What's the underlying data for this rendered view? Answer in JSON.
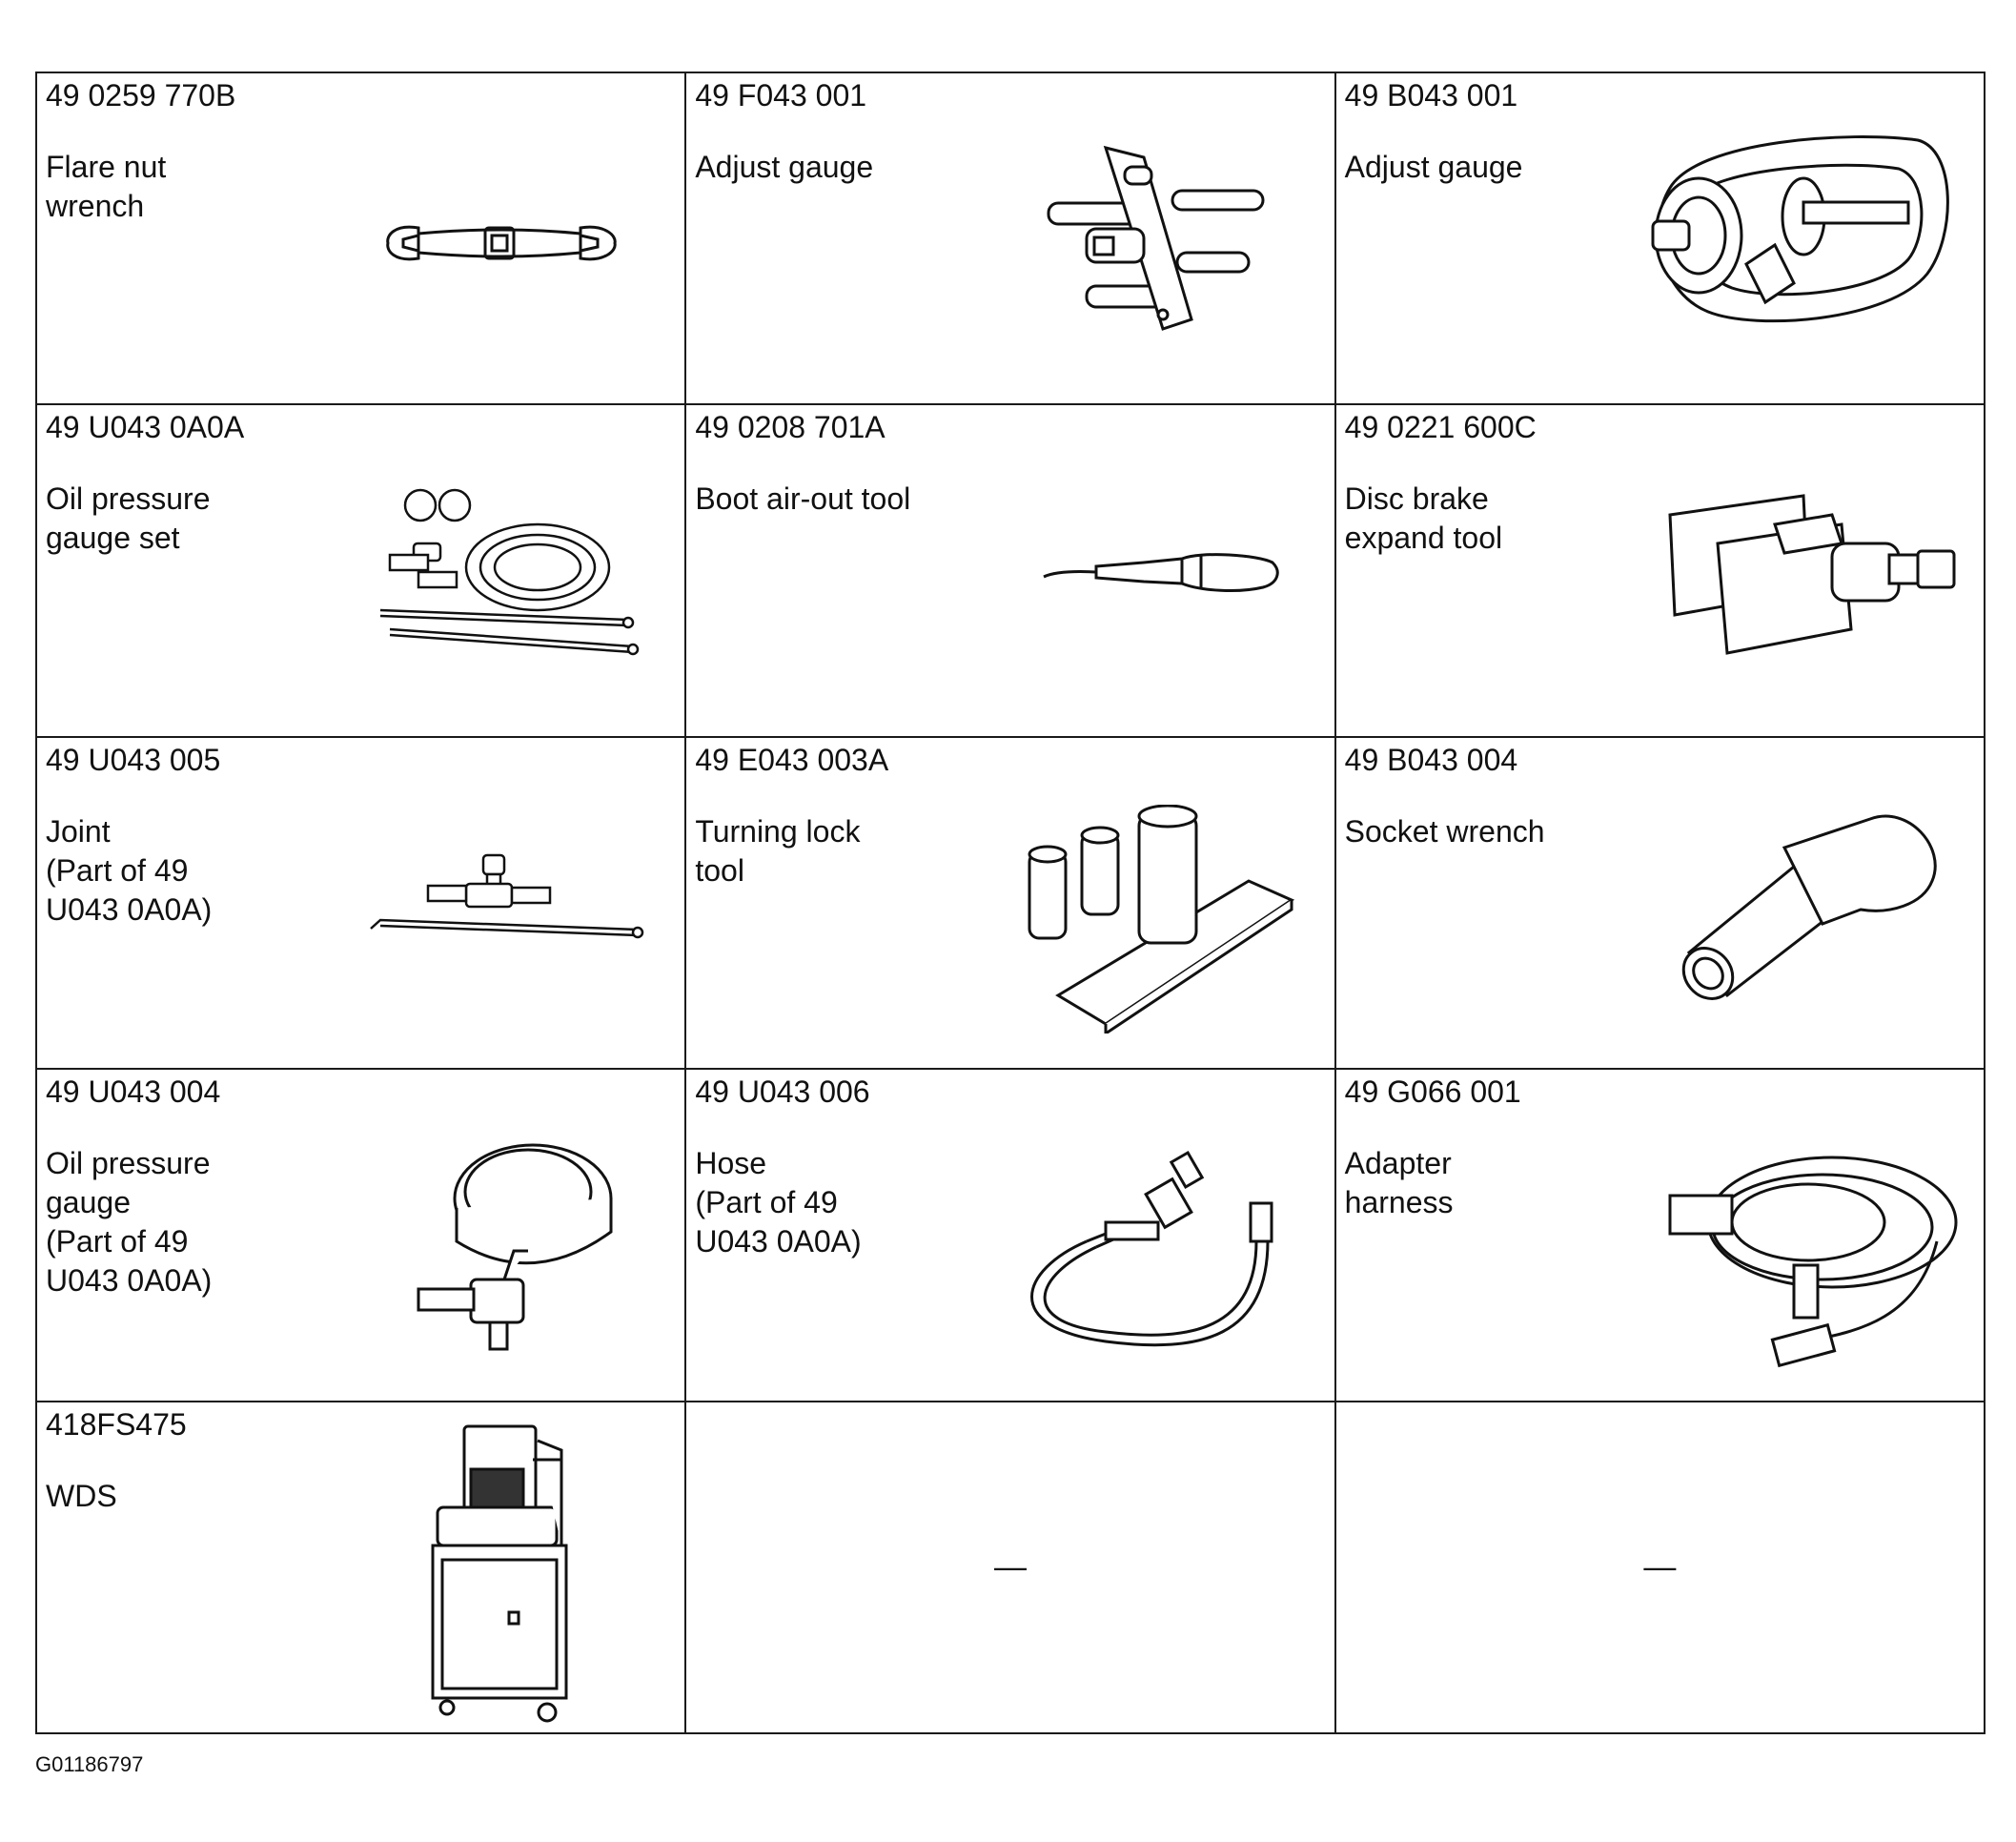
{
  "tools": [
    {
      "code": "49 0259 770B",
      "name": "Flare nut\nwrench",
      "icon": "flare-nut-wrench-icon"
    },
    {
      "code": "49 F043 001",
      "name": "Adjust gauge",
      "icon": "adjust-gauge-plate-icon"
    },
    {
      "code": "49 B043 001",
      "name": "Adjust gauge",
      "icon": "adjust-gauge-housing-icon"
    },
    {
      "code": "49 U043 0A0A",
      "name": "Oil pressure\ngauge set",
      "icon": "oil-pressure-gauge-set-icon"
    },
    {
      "code": "49 0208 701A",
      "name": "Boot air-out tool",
      "icon": "boot-air-out-tool-icon"
    },
    {
      "code": "49 0221 600C",
      "name": "Disc brake\nexpand tool",
      "icon": "disc-brake-expand-tool-icon"
    },
    {
      "code": "49 U043 005",
      "name": "Joint\n(Part of 49\nU043 0A0A)",
      "icon": "joint-icon"
    },
    {
      "code": "49 E043 003A",
      "name": "Turning lock\ntool",
      "icon": "turning-lock-tool-icon"
    },
    {
      "code": "49 B043 004",
      "name": "Socket wrench",
      "icon": "socket-wrench-icon"
    },
    {
      "code": "49 U043 004",
      "name": "Oil pressure\ngauge\n(Part of 49\nU043 0A0A)",
      "icon": "oil-pressure-gauge-icon"
    },
    {
      "code": "49 U043 006",
      "name": "Hose\n(Part of 49\nU043 0A0A)",
      "icon": "hose-icon"
    },
    {
      "code": "49 G066 001",
      "name": "Adapter\nharness",
      "icon": "adapter-harness-icon"
    },
    {
      "code": "418FS475",
      "name": "WDS",
      "icon": "wds-cart-icon"
    },
    {
      "code": "",
      "name": "",
      "placeholder": "—"
    },
    {
      "code": "",
      "name": "",
      "placeholder": "—"
    }
  ],
  "figure_id": "G01186797"
}
